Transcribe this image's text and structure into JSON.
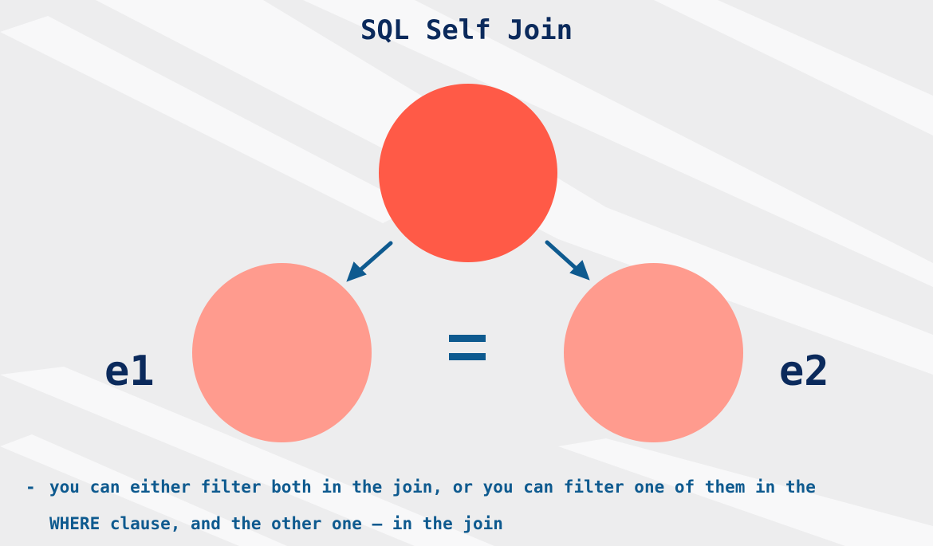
{
  "title": "SQL Self Join",
  "nodes": {
    "top": {
      "color": "#ff5a47"
    },
    "left": {
      "label": "e1",
      "color": "#ff9b8e"
    },
    "right": {
      "label": "e2",
      "color": "#ff9b8e"
    }
  },
  "equals_symbol": "=",
  "note": {
    "bullet": "-",
    "line1": "you can either filter both in the join, or you can filter one of them in the",
    "line2": "WHERE clause, and the other one – in the join"
  },
  "colors": {
    "title": "#0b2a5c",
    "accent": "#0e5a8f",
    "background": "#ededee"
  }
}
